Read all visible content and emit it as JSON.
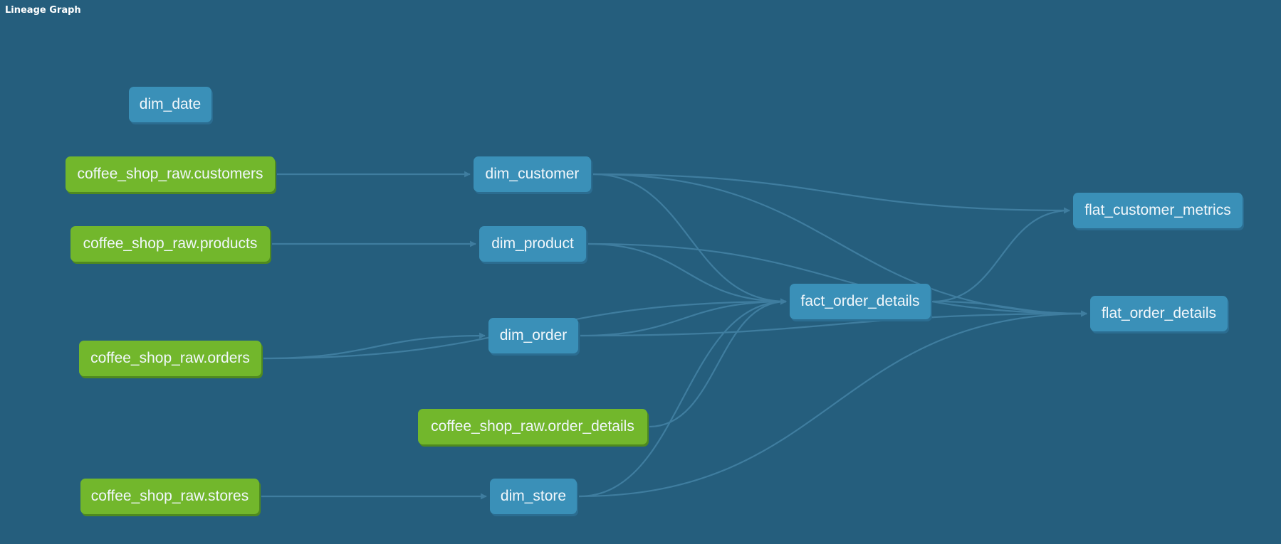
{
  "header": {
    "title": "Lineage Graph"
  },
  "colors": {
    "background": "#255e7d",
    "model_node": "#3a90b8",
    "source_node": "#72b72c",
    "edge": "#3f7d9f",
    "text": "#f1f7fb"
  },
  "nodes": {
    "dim_date": {
      "label": "dim_date",
      "kind": "model"
    },
    "src_customers": {
      "label": "coffee_shop_raw.customers",
      "kind": "source"
    },
    "src_products": {
      "label": "coffee_shop_raw.products",
      "kind": "source"
    },
    "src_orders": {
      "label": "coffee_shop_raw.orders",
      "kind": "source"
    },
    "src_stores": {
      "label": "coffee_shop_raw.stores",
      "kind": "source"
    },
    "src_order_details": {
      "label": "coffee_shop_raw.order_details",
      "kind": "source"
    },
    "dim_customer": {
      "label": "dim_customer",
      "kind": "model"
    },
    "dim_product": {
      "label": "dim_product",
      "kind": "model"
    },
    "dim_order": {
      "label": "dim_order",
      "kind": "model"
    },
    "dim_store": {
      "label": "dim_store",
      "kind": "model"
    },
    "fact_order_details": {
      "label": "fact_order_details",
      "kind": "model"
    },
    "flat_customer_metrics": {
      "label": "flat_customer_metrics",
      "kind": "model"
    },
    "flat_order_details": {
      "label": "flat_order_details",
      "kind": "model"
    }
  },
  "edges": [
    [
      "src_customers",
      "dim_customer"
    ],
    [
      "src_products",
      "dim_product"
    ],
    [
      "src_orders",
      "dim_order"
    ],
    [
      "src_stores",
      "dim_store"
    ],
    [
      "dim_customer",
      "fact_order_details"
    ],
    [
      "dim_product",
      "fact_order_details"
    ],
    [
      "dim_order",
      "fact_order_details"
    ],
    [
      "dim_store",
      "fact_order_details"
    ],
    [
      "src_order_details",
      "fact_order_details"
    ],
    [
      "src_orders",
      "fact_order_details"
    ],
    [
      "dim_customer",
      "flat_customer_metrics"
    ],
    [
      "fact_order_details",
      "flat_customer_metrics"
    ],
    [
      "dim_customer",
      "flat_order_details"
    ],
    [
      "dim_product",
      "flat_order_details"
    ],
    [
      "dim_order",
      "flat_order_details"
    ],
    [
      "dim_store",
      "flat_order_details"
    ],
    [
      "fact_order_details",
      "flat_order_details"
    ]
  ]
}
